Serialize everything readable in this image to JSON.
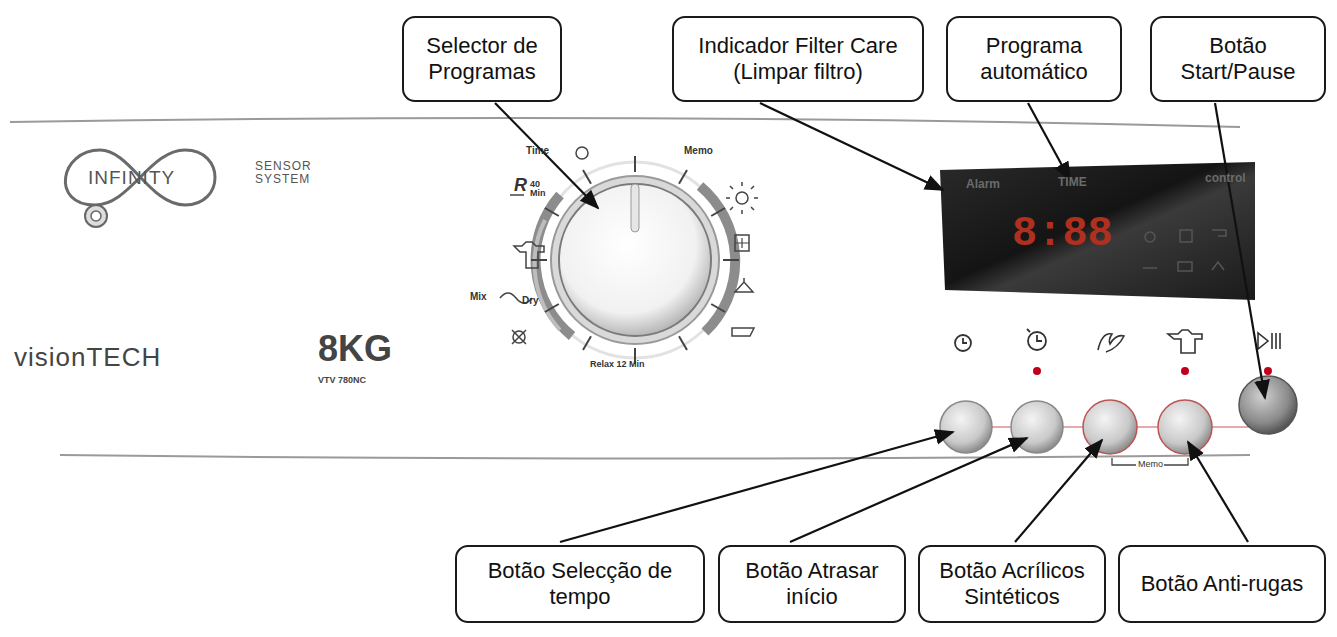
{
  "diagram": {
    "nodes": [
      {
        "text": [
          "Selector de Programas"
        ]
      },
      {
        "text": [
          "Indicador Filter Care (Limpar filtro)"
        ]
      },
      {
        "text": [
          "Programa automático"
        ]
      },
      {
        "text": [
          "Botão Start/Pause"
        ]
      },
      {
        "text": [
          "Botão Selecção de tempo"
        ]
      },
      {
        "text": [
          "Botão Atrasar início"
        ]
      },
      {
        "text": [
          "Botão Acrílicos Sintéticos"
        ]
      },
      {
        "text": [
          "Botão Anti-rugas"
        ]
      }
    ],
    "labels": [
      "INFINITY",
      "SENSOR SYSTEM",
      "visionTECH",
      "8KG",
      "VTV 780NC",
      "Time",
      "Memo",
      "R",
      "40 Min",
      "Mix",
      "Dry",
      "Relax 12 Min",
      "Alarm",
      "TIME",
      "control",
      "8:88",
      "Memo"
    ]
  }
}
